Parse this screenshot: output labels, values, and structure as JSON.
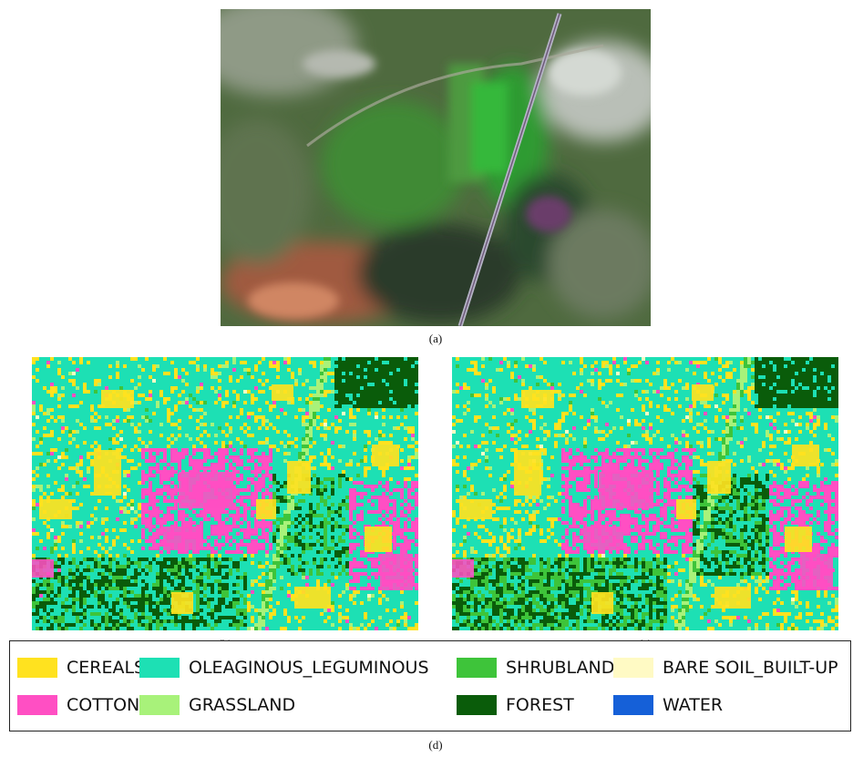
{
  "figure": {
    "captions": {
      "a": "(a)",
      "b": "(b)",
      "c": "(c)",
      "d": "(d)"
    },
    "panels": {
      "a": {
        "kind": "satellite-rgb-image"
      },
      "b": {
        "kind": "land-cover-classification-map"
      },
      "c": {
        "kind": "land-cover-classification-map"
      }
    }
  },
  "legend": {
    "items": [
      {
        "label": "CEREALS",
        "color": "#ffe21f"
      },
      {
        "label": "OLEAGINOUS_LEGUMINOUS",
        "color": "#1de0b4"
      },
      {
        "label": "SHRUBLAND",
        "color": "#3ec43a"
      },
      {
        "label": "BARE SOIL_BUILT-UP",
        "color": "#fffac4"
      },
      {
        "label": "COTTON",
        "color": "#ff4fc3"
      },
      {
        "label": "GRASSLAND",
        "color": "#a8f27a"
      },
      {
        "label": "FOREST",
        "color": "#0a5c0a"
      },
      {
        "label": "WATER",
        "color": "#1560d8"
      }
    ]
  }
}
